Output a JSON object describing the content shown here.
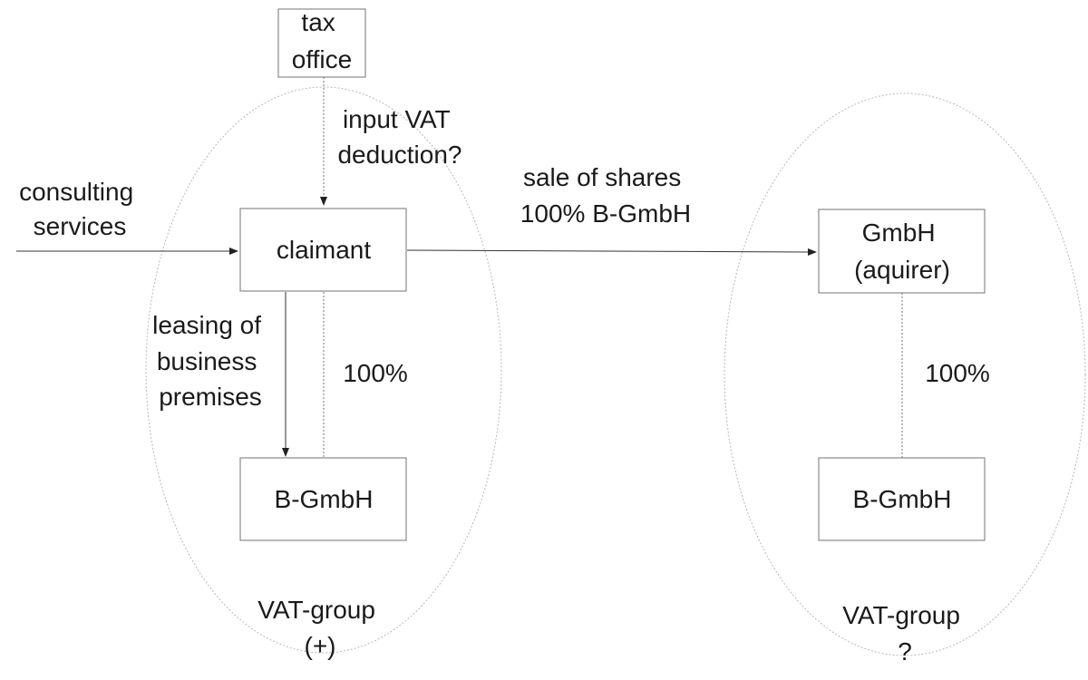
{
  "nodes": {
    "tax_office": [
      "tax",
      "office"
    ],
    "claimant": "claimant",
    "b_gmbh_left": "B-GmbH",
    "gmbh_acquirer": [
      "GmbH",
      "(aquirer)"
    ],
    "b_gmbh_right": "B-GmbH"
  },
  "edges": {
    "input_vat": [
      "input VAT",
      "deduction?"
    ],
    "consulting": [
      "consulting",
      "services"
    ],
    "leasing": [
      "leasing of",
      "business",
      "premises"
    ],
    "ownership_left": "100%",
    "sale_of_shares": [
      "sale of shares",
      "100% B-GmbH"
    ],
    "ownership_right": "100%"
  },
  "groups": {
    "left": [
      "VAT-group",
      "(+)"
    ],
    "right": [
      "VAT-group",
      "?"
    ]
  }
}
